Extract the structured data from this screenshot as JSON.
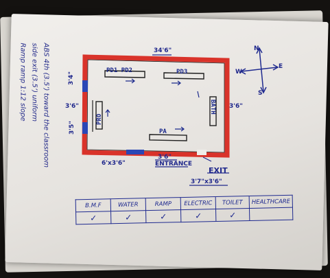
{
  "side_note": {
    "lines": [
      "ABS 4th (3.5’) toward the classroom",
      "side exit (3.5’) uniform",
      "Ramp ramp 1:12 slope"
    ]
  },
  "plan": {
    "top_dimension": "34'6\"",
    "left_dimension_upper": "3'4\"",
    "left_dimension_mid": "3'6\"",
    "left_dimension_lower": "3'5\"",
    "right_dimension": "3'6\"",
    "bottom_left_dimension": "6'x3'6\"",
    "entrance_dimension": "3'6\"",
    "entrance_label": "ENTRANCE",
    "exit_label": "EXIT",
    "exit_dimension": "3'7\"x3'6\"",
    "rooms": {
      "pd1_pd2": "PD1  PD2",
      "pd3": "PD3",
      "pro": "PRO",
      "pa": "PA",
      "bath": "BATH"
    },
    "compass": {
      "north": "N",
      "south": "S",
      "east": "E",
      "west": "W"
    }
  },
  "facilities_table": {
    "headers": [
      "B.M.F",
      "WATER",
      "RAMP",
      "ELECTRIC",
      "TOILET",
      "HEALTHCARE"
    ],
    "ticks": [
      "✓",
      "✓",
      "✓",
      "✓",
      "✓",
      ""
    ]
  },
  "colors": {
    "wall": "#d9332a",
    "wall_outline": "#1c1c1c",
    "door": "#2a47b6",
    "ink": "#1f2a8f"
  }
}
